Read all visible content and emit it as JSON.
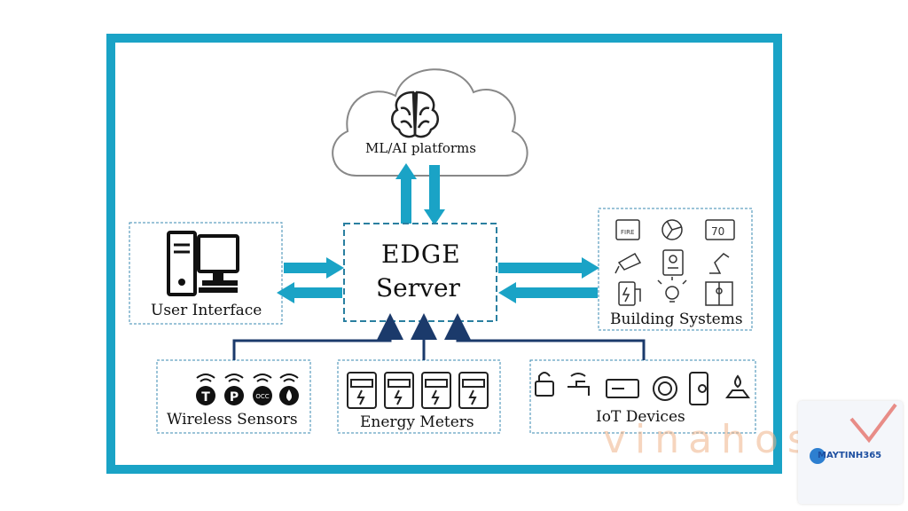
{
  "nodes": {
    "cloud": {
      "label": "ML/AI platforms"
    },
    "edge": {
      "line1": "EDGE",
      "line2": "Server"
    },
    "user_interface": {
      "label": "User Interface"
    },
    "building_systems": {
      "label": "Building Systems"
    },
    "wireless_sensors": {
      "label": "Wireless Sensors"
    },
    "energy_meters": {
      "label": "Energy Meters"
    },
    "iot_devices": {
      "label": "IoT Devices"
    }
  },
  "sensor_badges": [
    "T",
    "P",
    "OCC",
    "•"
  ],
  "building_icons": {
    "fire": "FIRE",
    "thermostat": "70"
  },
  "watermark": {
    "text": "vinahost"
  },
  "logo": {
    "text": "MAYTINH365"
  },
  "colors": {
    "frame": "#1aa3c6",
    "arrow": "#1aa3c6",
    "connector": "#1b3a6b",
    "box_border": "#2a7fa0"
  }
}
